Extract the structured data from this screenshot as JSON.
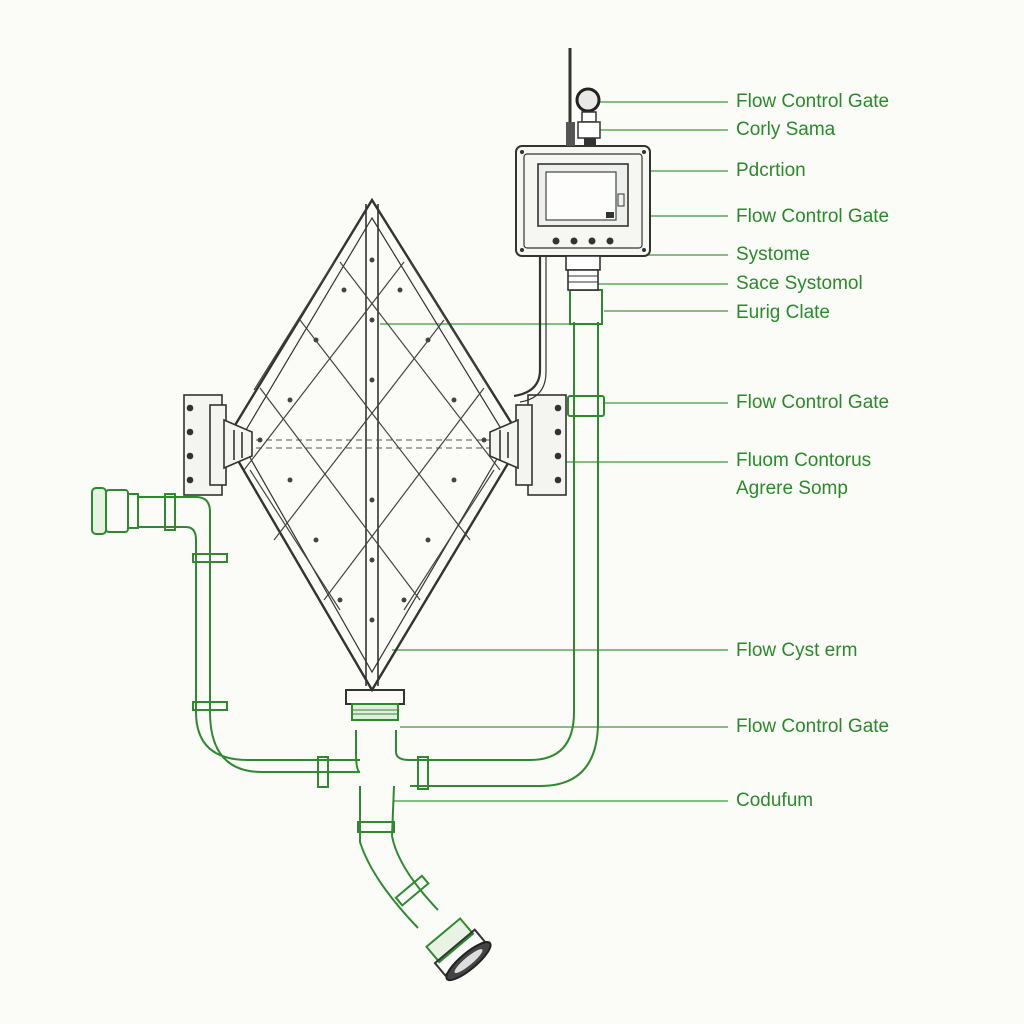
{
  "colors": {
    "label_green": "#2a8a2a",
    "pipe_green": "#2f8a2f",
    "frame_ink": "#333333"
  },
  "labels": [
    "Flow Control Gate",
    "Corly Sama",
    "Pdcrtion",
    "Flow Control Gate",
    "Systome",
    "Sace Systomol",
    "Eurig Clate",
    "Flow Control Gate",
    "Fluom Contorus",
    "Agrere Somp",
    "Flow Cyst erm",
    "Flow Control Gate",
    "Codufum"
  ]
}
